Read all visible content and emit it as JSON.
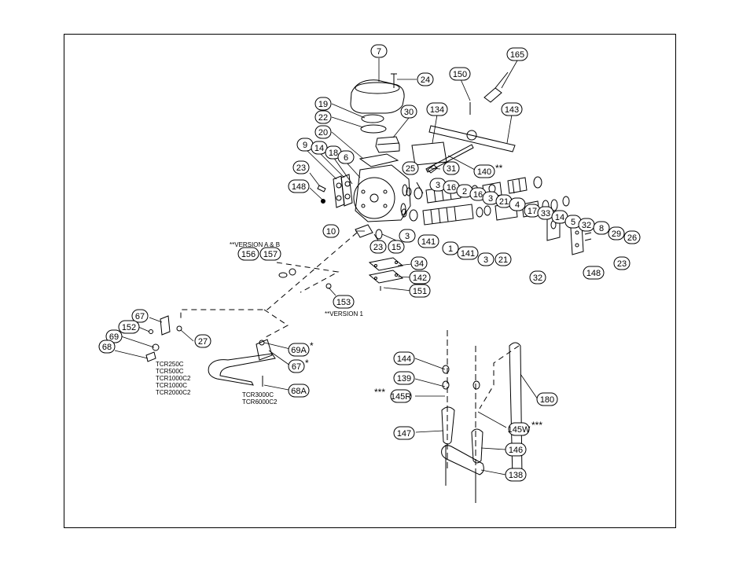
{
  "callouts": [
    {
      "label": "7"
    },
    {
      "label": "24"
    },
    {
      "label": "165"
    },
    {
      "label": "150"
    },
    {
      "label": "19"
    },
    {
      "label": "22"
    },
    {
      "label": "30"
    },
    {
      "label": "134"
    },
    {
      "label": "143"
    },
    {
      "label": "20"
    },
    {
      "label": "9"
    },
    {
      "label": "14"
    },
    {
      "label": "18"
    },
    {
      "label": "6"
    },
    {
      "label": "23"
    },
    {
      "label": "25"
    },
    {
      "label": "31"
    },
    {
      "label": "140"
    },
    {
      "label": "148"
    },
    {
      "label": "3"
    },
    {
      "label": "16"
    },
    {
      "label": "2"
    },
    {
      "label": "16"
    },
    {
      "label": "3"
    },
    {
      "label": "21"
    },
    {
      "label": "4"
    },
    {
      "label": "17"
    },
    {
      "label": "33"
    },
    {
      "label": "14"
    },
    {
      "label": "5"
    },
    {
      "label": "32"
    },
    {
      "label": "8"
    },
    {
      "label": "29"
    },
    {
      "label": "26"
    },
    {
      "label": "10"
    },
    {
      "label": "23"
    },
    {
      "label": "15"
    },
    {
      "label": "3"
    },
    {
      "label": "141"
    },
    {
      "label": "1"
    },
    {
      "label": "141"
    },
    {
      "label": "3"
    },
    {
      "label": "21"
    },
    {
      "label": "23"
    },
    {
      "label": "156"
    },
    {
      "label": "157"
    },
    {
      "label": "34"
    },
    {
      "label": "142"
    },
    {
      "label": "151"
    },
    {
      "label": "32"
    },
    {
      "label": "148"
    },
    {
      "label": "153"
    },
    {
      "label": "67"
    },
    {
      "label": "152"
    },
    {
      "label": "27"
    },
    {
      "label": "69"
    },
    {
      "label": "69A"
    },
    {
      "label": "68"
    },
    {
      "label": "67"
    },
    {
      "label": "68A"
    },
    {
      "label": "144"
    },
    {
      "label": "139"
    },
    {
      "label": "145R"
    },
    {
      "label": "180"
    },
    {
      "label": "145W"
    },
    {
      "label": "147"
    },
    {
      "label": "146"
    },
    {
      "label": "138"
    }
  ],
  "notes": {
    "version_ab": "**VERSION A & B",
    "version_1": "**VERSION 1",
    "star2_140": "**",
    "star_69a": "*",
    "star_67": "*",
    "star3_145r": "***",
    "star3_145w": "***",
    "models_left": [
      "TCR250C",
      "TCR500C",
      "TCR1000C2",
      "TCR1000C",
      "TCR2000C2"
    ],
    "models_right": [
      "TCR3000C",
      "TCR6000C2"
    ]
  }
}
